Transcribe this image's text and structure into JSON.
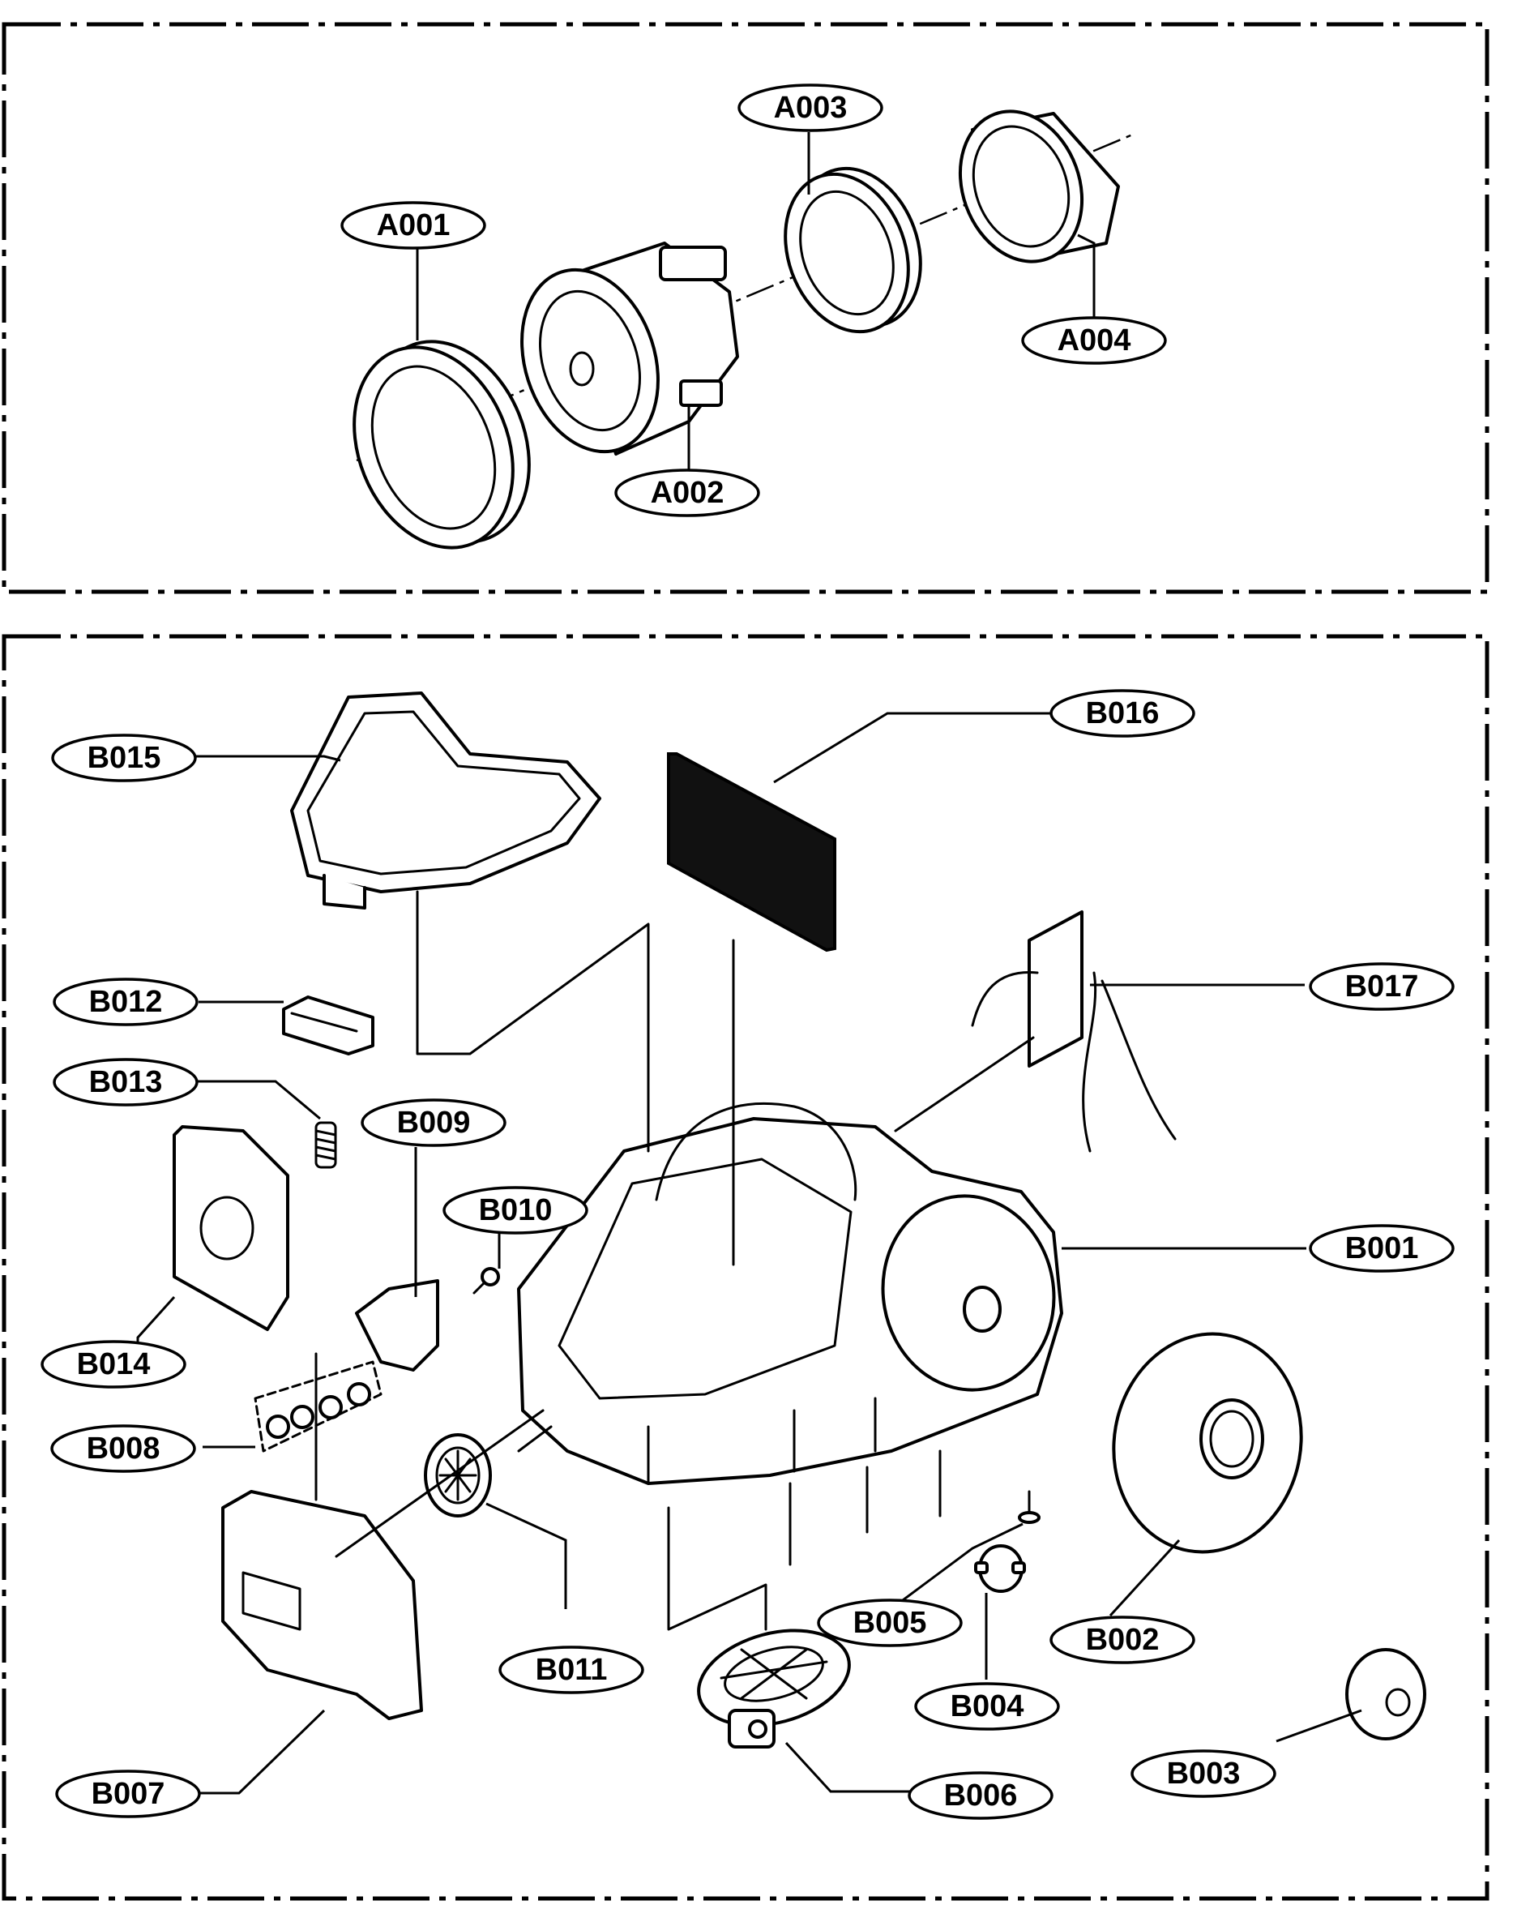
{
  "labels": {
    "A001": "A001",
    "A002": "A002",
    "A003": "A003",
    "A004": "A004",
    "B001": "B001",
    "B002": "B002",
    "B003": "B003",
    "B004": "B004",
    "B005": "B005",
    "B006": "B006",
    "B007": "B007",
    "B008": "B008",
    "B009": "B009",
    "B010": "B010",
    "B011": "B011",
    "B012": "B012",
    "B013": "B013",
    "B014": "B014",
    "B015": "B015",
    "B016": "B016",
    "B017": "B017"
  }
}
